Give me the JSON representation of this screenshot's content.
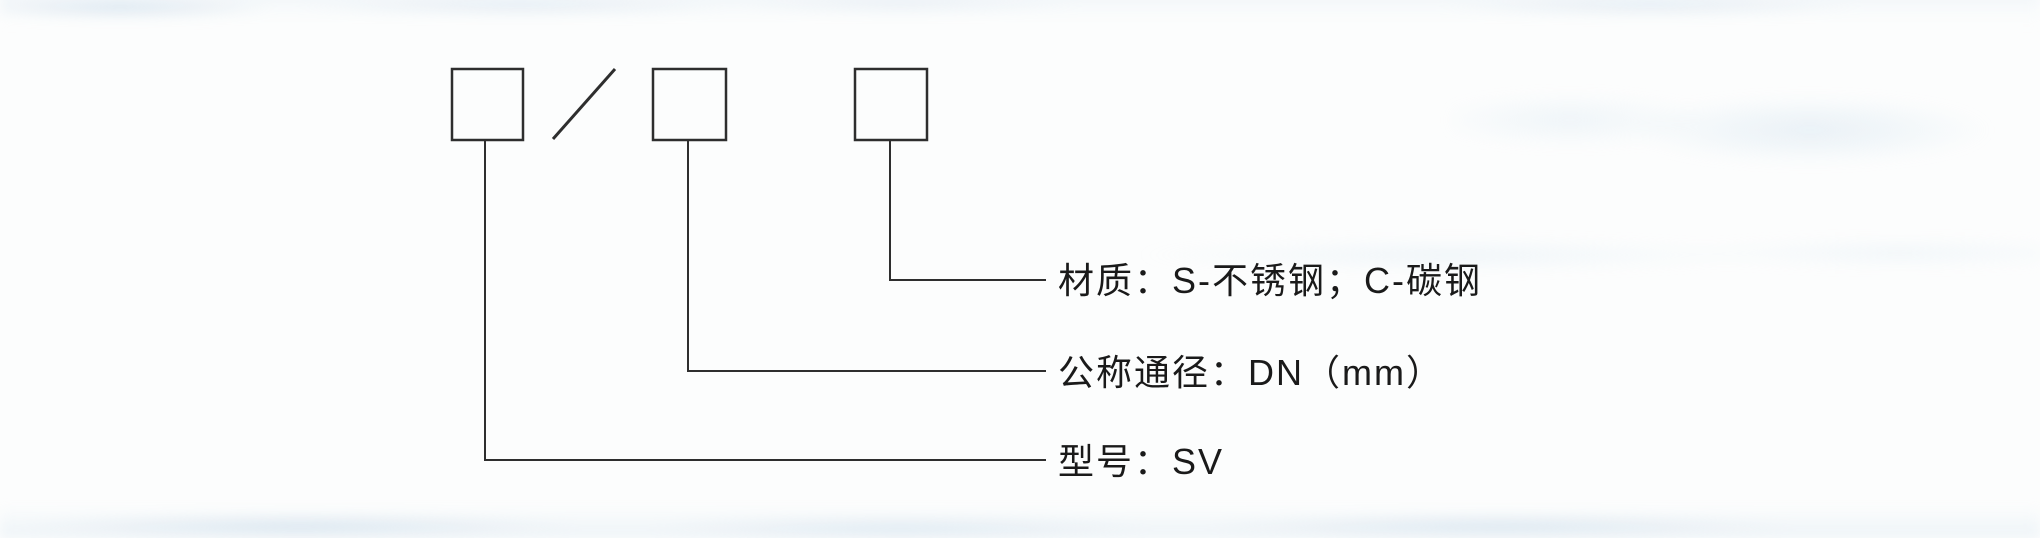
{
  "page": {
    "kind": "scanned-catalog-model-designation-diagram",
    "background_color": "#fcfdfd",
    "line_color": "#2e2e2e",
    "text_color": "#1a1a1a",
    "bleed_through_color": "#dce8f2"
  },
  "diagram": {
    "separator_glyph": "/",
    "boxes": [
      {
        "name": "model-code-box",
        "value": ""
      },
      {
        "name": "diameter-code-box",
        "value": ""
      },
      {
        "name": "material-code-box",
        "value": ""
      }
    ],
    "labels": [
      {
        "id": "material",
        "text": "材质：S-不锈钢；C-碳钢"
      },
      {
        "id": "nominal-diameter",
        "text": "公称通径：DN（mm）"
      },
      {
        "id": "model",
        "text": "型号：SV"
      }
    ]
  }
}
